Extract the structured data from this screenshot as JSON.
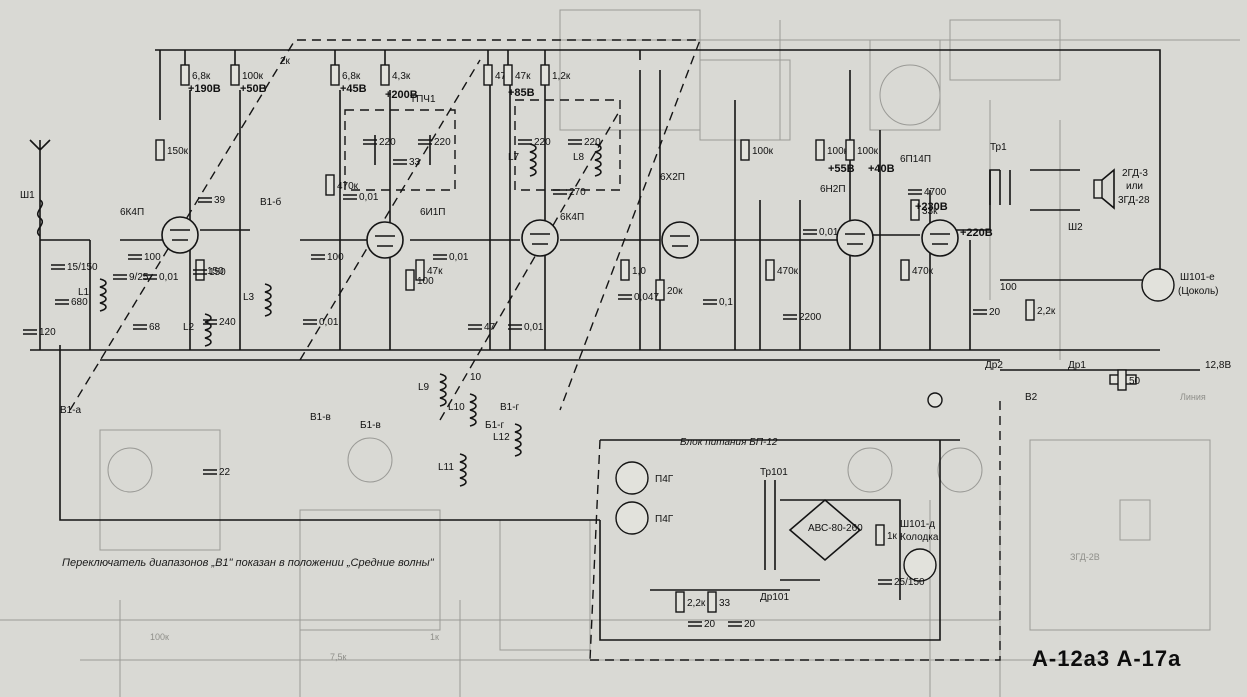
{
  "note": "Переключатель диапазонов „В1\" показан в положении „Средние волны\"",
  "model_code": "A-12a3 A-17a",
  "power_block_title": "Блок питания БП-12",
  "tubes": [
    {
      "id": "tube-6k4p-1",
      "label": "6К4П"
    },
    {
      "id": "tube-6i1p",
      "label": "6И1П"
    },
    {
      "id": "tube-6k4p-2",
      "label": "6К4П"
    },
    {
      "id": "tube-6x2p",
      "label": "6Х2П"
    },
    {
      "id": "tube-6n2p",
      "label": "6Н2П"
    },
    {
      "id": "tube-6p14p",
      "label": "6П14П"
    }
  ],
  "transformers": {
    "tpch1": "ТПЧ1",
    "tr1": "Тр1",
    "tr101": "Тр101"
  },
  "connectors": {
    "sh1": "Ш1",
    "sh2": "Ш2",
    "sh101e": "Ш101-е",
    "sh101e_sub": "(Цоколь)",
    "sh101d": "Ш101-д",
    "sh101d_sub": "Колодка"
  },
  "speaker": {
    "line1": "2ГД-3",
    "line2": "или",
    "line3": "3ГД-28"
  },
  "rectifier": "АВС-80-260",
  "supply_voltage": "12,8В",
  "switches": [
    "В1-а",
    "В1-б",
    "В1-в",
    "В1-г",
    "В2"
  ],
  "chokes": [
    "Др2",
    "Др1",
    "Др101"
  ],
  "transistors": [
    "П4Г",
    "П4Г"
  ],
  "resistors": [
    "6,8к",
    "100к",
    "6,8к",
    "4,3к",
    "47к",
    "47к",
    "1,2к",
    "150к",
    "470к",
    "47к",
    "100",
    "100к",
    "470к",
    "100к",
    "100к",
    "470к",
    "33к",
    "2,2к",
    "50",
    "2,2к",
    "33",
    "1к",
    "150",
    "1,0",
    "20к"
  ],
  "voltages": [
    "+190В",
    "+50В",
    "+45В",
    "+200В",
    "+85В",
    "+55В",
    "+40В",
    "+230В",
    "+220В"
  ],
  "capacitors": [
    "120",
    "15/150",
    "680",
    "100",
    "9/25",
    "0,01",
    "68",
    "39",
    "0,01",
    "150",
    "240",
    "0,01",
    "33",
    "220",
    "220",
    "100",
    "0,01",
    "47",
    "0,01",
    "220",
    "220",
    "270",
    "0,047",
    "0,1",
    "2200",
    "0,01",
    "4700",
    "20",
    "20",
    "20",
    "25/150",
    "22"
  ],
  "coils": [
    "L1",
    "L2",
    "L3",
    "L7",
    "L8",
    "L9",
    "L10",
    "L11",
    "L12"
  ],
  "misc_labels": [
    "2к",
    "Б1-в",
    "Б1-г",
    "100",
    "10"
  ]
}
